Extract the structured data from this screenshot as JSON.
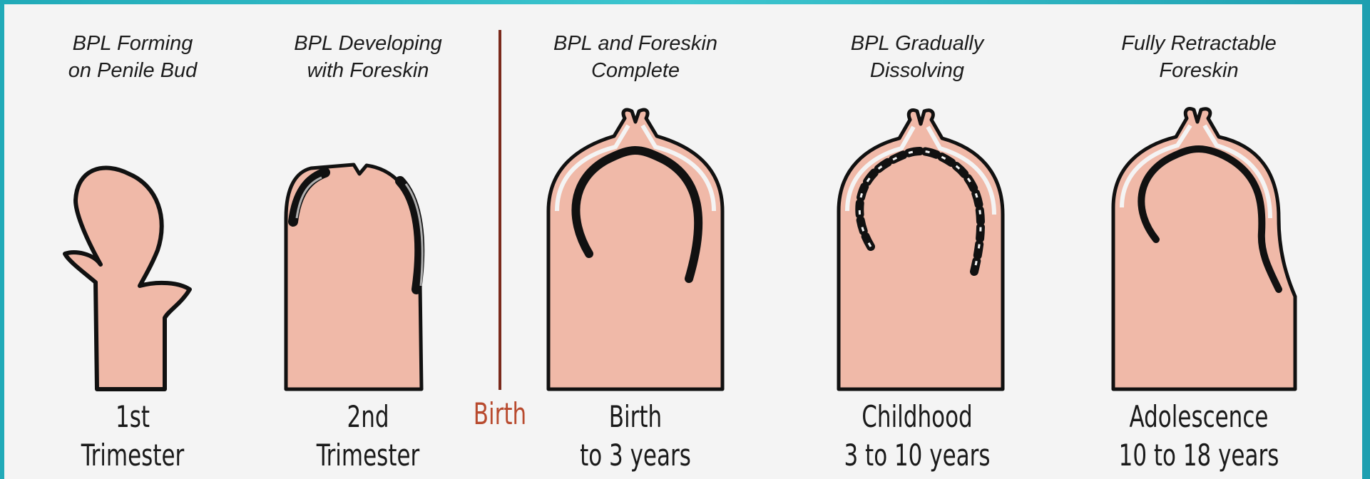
{
  "colors": {
    "frame": "#2fb8c4",
    "background": "#f4f4f4",
    "tissue": "#f0b9a8",
    "outline": "#111111",
    "birth_line": "#7a2a1c",
    "birth_text": "#b84a2e"
  },
  "stages": [
    {
      "caption": "BPL Forming\non Penile Bud",
      "age": "1st\nTrimester"
    },
    {
      "caption": "BPL Developing\nwith Foreskin",
      "age": "2nd\nTrimester"
    },
    {
      "caption": "BPL and Foreskin\nComplete",
      "age": "Birth\nto 3 years"
    },
    {
      "caption": "BPL Gradually\nDissolving",
      "age": "Childhood\n3 to 10 years"
    },
    {
      "caption": "Fully Retractable\nForeskin",
      "age": "Adolescence\n10 to 18 years"
    }
  ],
  "divider": {
    "label": "Birth"
  }
}
